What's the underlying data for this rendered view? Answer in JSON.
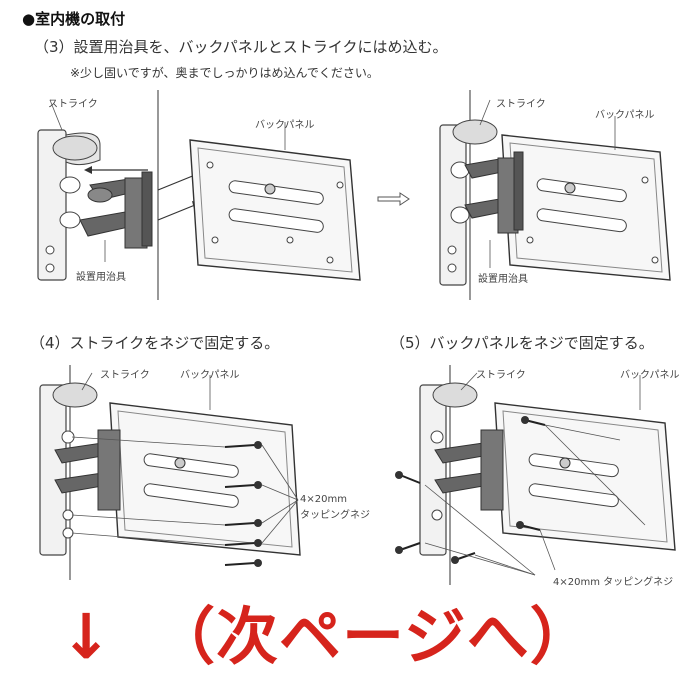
{
  "header": {
    "section_title": "●室内機の取付"
  },
  "step3": {
    "instruction": "（3）設置用治具を、バックパネルとストライクにはめ込む。",
    "note": "※少し固いですが、奥までしっかりはめ込んでください。",
    "labels": {
      "strike_left": "ストライク",
      "back_panel_left": "バックパネル",
      "jig_left": "設置用治具",
      "strike_right": "ストライク",
      "back_panel_right": "バックパネル",
      "jig_right": "設置用治具"
    }
  },
  "step4": {
    "instruction": "（4）ストライクをネジで固定する。",
    "labels": {
      "strike": "ストライク",
      "back_panel": "バックパネル",
      "screw_line1": "4×20mm",
      "screw_line2": "タッピングネジ"
    }
  },
  "step5": {
    "instruction": "（5）バックパネルをネジで固定する。",
    "labels": {
      "strike": "ストライク",
      "back_panel": "バックパネル",
      "screw": "4×20mm タッピングネジ"
    }
  },
  "footer": {
    "arrow": "↓",
    "next_page": "（次ページへ）"
  }
}
